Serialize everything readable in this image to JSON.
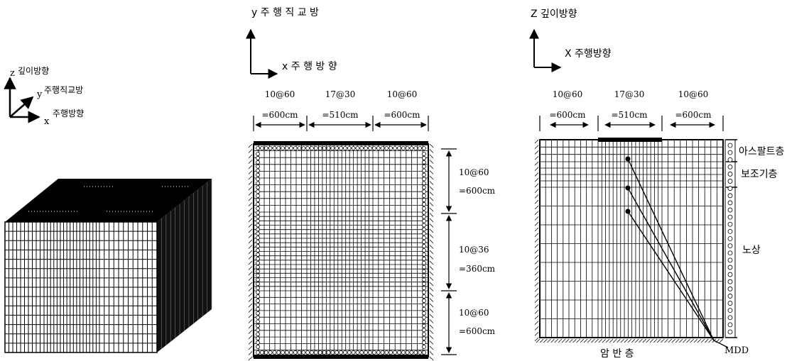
{
  "panel_3d": {
    "axis_z": "z",
    "axis_z_label": "깊이방향",
    "axis_y": "y",
    "axis_y_label": "주행직교방",
    "axis_x": "x",
    "axis_x_label": "주행방향"
  },
  "panel_plan": {
    "axis_y_label": "y 주 행 직 교 방",
    "axis_x_label": "x 주 행 방 향",
    "top_dims": [
      {
        "spec": "10@60",
        "length": "=600cm"
      },
      {
        "spec": "17@30",
        "length": "=510cm"
      },
      {
        "spec": "10@60",
        "length": "=600cm"
      }
    ],
    "right_dims": [
      {
        "spec": "10@60",
        "length": "=600cm"
      },
      {
        "spec": "10@36",
        "length": "=360cm"
      },
      {
        "spec": "10@60",
        "length": "=600cm"
      }
    ]
  },
  "panel_section": {
    "axis_z_label": "Z 깊이방향",
    "axis_x_label": "X 주행방향",
    "top_dims": [
      {
        "spec": "10@60",
        "length": "=600cm"
      },
      {
        "spec": "17@30",
        "length": "=510cm"
      },
      {
        "spec": "10@60",
        "length": "=600cm"
      }
    ],
    "layers": {
      "asphalt": "아스팔트층",
      "subbase": "보조기층",
      "subgrade": "노상",
      "bedrock": "암 반 층"
    },
    "sensor_label": "MDD"
  }
}
